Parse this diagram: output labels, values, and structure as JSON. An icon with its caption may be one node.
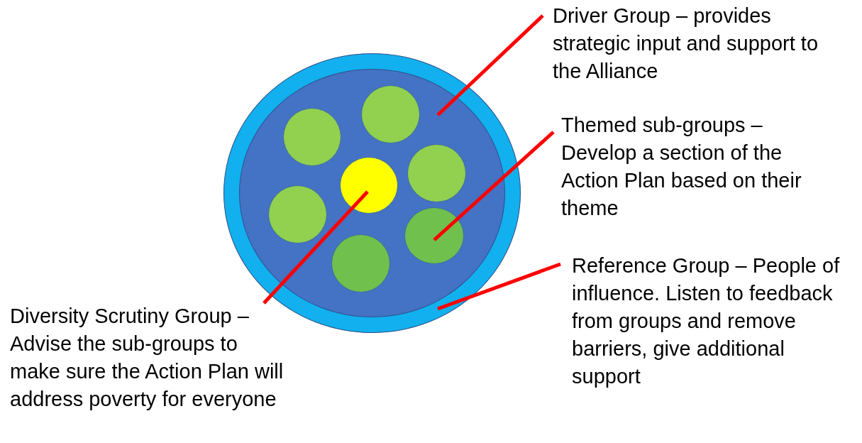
{
  "diagram": {
    "nodes": [
      {
        "text": [],
        "shape": "circle"
      },
      {
        "text": [],
        "shape": "circle",
        "in": 0
      },
      {
        "text": [],
        "shape": "circle",
        "in": 1
      },
      {
        "text": [],
        "shape": "circle",
        "in": 1
      },
      {
        "text": [],
        "shape": "circle",
        "in": 1
      },
      {
        "text": [],
        "shape": "circle",
        "in": 1
      },
      {
        "text": [],
        "shape": "circle",
        "in": 1
      },
      {
        "text": [],
        "shape": "circle",
        "in": 1
      },
      {
        "text": [],
        "shape": "circle",
        "in": 1
      },
      {
        "text": [
          "Driver Group – provides strategic input and support to the Alliance"
        ]
      },
      {
        "text": [
          "Themed sub-groups – Develop a section of the Action Plan based on their theme"
        ]
      },
      {
        "text": [
          "Reference Group – People of influence. Listen to feedback from groups and remove barriers, give additional support"
        ]
      },
      {
        "text": [
          "Diversity Scrutiny Group – Advise the sub-groups to make sure the Action Plan will address poverty for everyone"
        ]
      }
    ],
    "edges": [
      {
        "from": 9,
        "to": 1,
        "arrow": "none"
      },
      {
        "from": 10,
        "to": 6,
        "arrow": "none"
      },
      {
        "from": 11,
        "to": 0,
        "arrow": "none"
      },
      {
        "from": 12,
        "to": 8,
        "arrow": "none"
      }
    ]
  }
}
